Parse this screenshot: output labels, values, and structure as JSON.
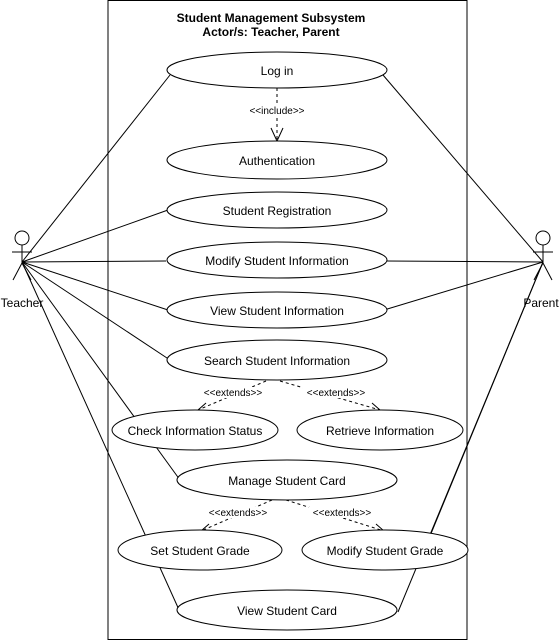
{
  "system": {
    "title_line1": "Student Management Subsystem",
    "title_line2": "Actor/s: Teacher, Parent"
  },
  "actors": {
    "teacher": "Teacher",
    "parent": "Parent"
  },
  "use_cases": {
    "login": "Log in",
    "authentication": "Authentication",
    "student_registration": "Student Registration",
    "modify_student_information": "Modify Student Information",
    "view_student_information": "View Student Information",
    "search_student_information": "Search Student Information",
    "check_information_status": "Check Information Status",
    "retrieve_information": "Retrieve Information",
    "manage_student_card": "Manage Student Card",
    "set_student_grade": "Set Student Grade",
    "modify_student_grade": "Modify Student Grade",
    "view_student_card": "View Student Card"
  },
  "relationships": {
    "include_label": "<<include>>",
    "extends_label": "<<extends>>"
  }
}
